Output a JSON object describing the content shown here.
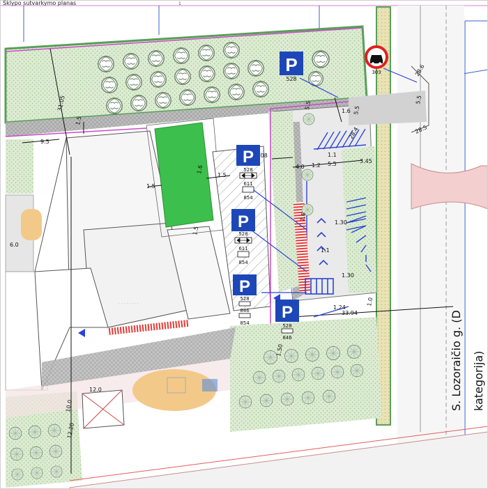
{
  "header": {
    "title": "Sklypo sutvarkymo planas",
    "mark": "1"
  },
  "street": {
    "line1": "S. Lozoraičio g. (D",
    "line2": "kategorija)"
  },
  "parking_signs": [
    {
      "letter": "P",
      "code": "528"
    },
    {
      "letter": "P",
      "code": "528",
      "plate1": "611",
      "plate2": "854"
    },
    {
      "letter": "P",
      "code": "528",
      "plate1": "611",
      "plate2": "854"
    },
    {
      "letter": "P",
      "code": "528",
      "plate1": "846",
      "plate2": "854"
    },
    {
      "letter": "P",
      "code": "528",
      "plate1": "846"
    }
  ],
  "restriction_sign": {
    "code": "303"
  },
  "dimensions": {
    "d1": "31.05",
    "d2": "9.5",
    "d3": "1.5",
    "d4": "1.5",
    "d5": "1.5",
    "d6": "1.5",
    "d7": "1.6",
    "d8": "6.0",
    "d9": "5.08",
    "d10": "4.0",
    "d11": "1.2",
    "d12": "5.5",
    "d13": "1.1",
    "d14": "3.45",
    "d15": "1.6",
    "d16": "5.5",
    "d17": "5.5",
    "d18": "28.6",
    "d19": "28.5",
    "d20": "28.4",
    "d21": "1.30",
    "d22": "1.30",
    "d23": "1.24",
    "d24": "1.1",
    "d25": "33.94",
    "d26": "12.0",
    "d27": "10.0",
    "d28": "12.20",
    "d29": "1.0",
    "d30": "1.50",
    "d31": "1.6",
    "d32": "5.5"
  }
}
